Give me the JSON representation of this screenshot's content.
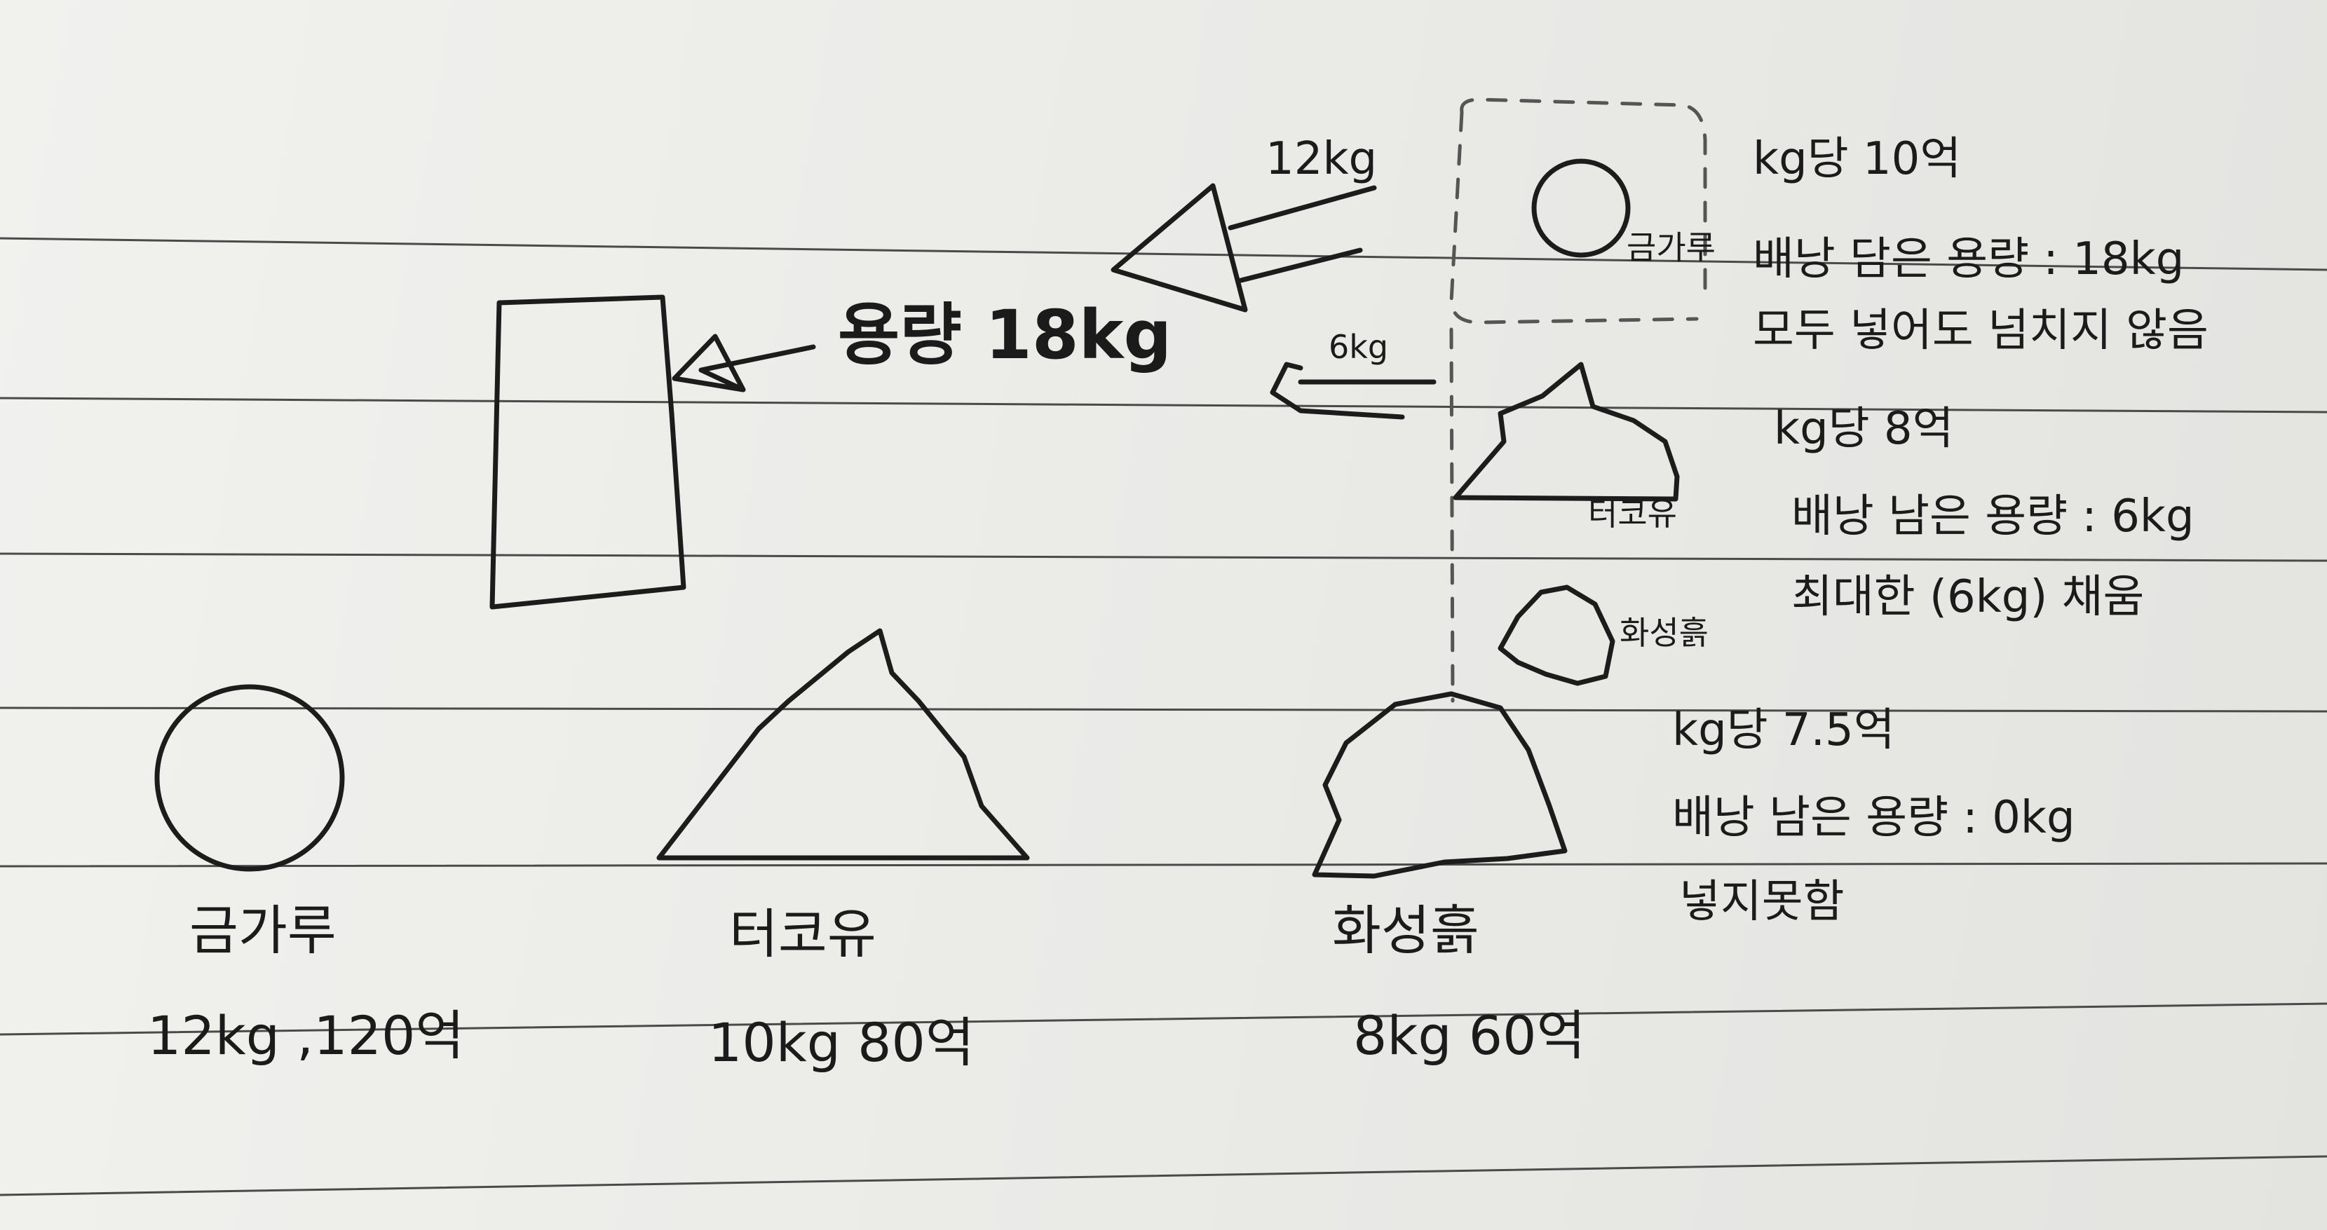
{
  "capacity": {
    "label": "용량 18kg"
  },
  "arrows": {
    "gold_weight": "12kg",
    "turquoise_weight": "6kg"
  },
  "items": [
    {
      "name": "금가루",
      "spec": "12kg ,120억"
    },
    {
      "name": "터코유",
      "spec": "10kg  80억"
    },
    {
      "name": "화성흙",
      "spec": "8kg 60억"
    }
  ],
  "inset_labels": {
    "gold": "금가루",
    "turquoise": "터코유",
    "mars": "화성흙"
  },
  "notes": {
    "gold": [
      "kg당 10억",
      "배낭 담은 용량 : 18kg",
      "모두 넣어도  넘치지 않음"
    ],
    "turquoise": [
      "kg당  8억",
      "배낭  남은 용량 : 6kg",
      "최대한 (6kg)  채움"
    ],
    "mars": [
      "kg당  7.5억",
      "배낭  남은 용량 : 0kg",
      "넣지못함"
    ]
  },
  "colors": {
    "ink": "#1c1c1c",
    "paper": "#efefec",
    "rule": "#4a4a4a"
  }
}
